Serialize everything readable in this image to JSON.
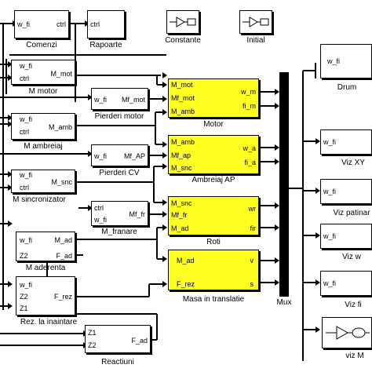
{
  "blocks": {
    "comenzi": {
      "caption": "Comenzi",
      "ports_in": [
        "w_fi"
      ],
      "ports_out": [
        "ctrl"
      ]
    },
    "rapoarte": {
      "caption": "Rapoarte",
      "ports_in": [
        "ctrl"
      ]
    },
    "constante": {
      "caption": "Constante"
    },
    "initial": {
      "caption": "Initial"
    },
    "m_motor": {
      "caption": "M motor",
      "ports_in": [
        "w_fi",
        "ctrl"
      ],
      "ports_out": [
        "M_mot"
      ]
    },
    "pierderi_motor": {
      "caption": "Pierderi motor",
      "ports_in": [
        "w_fi"
      ],
      "ports_out": [
        "Mf_mot"
      ]
    },
    "motor": {
      "caption": "Motor",
      "ports_in": [
        "M_mot",
        "Mf_mot",
        "M_amb"
      ],
      "ports_out": [
        "w_m",
        "fi_m"
      ]
    },
    "m_ambreiaj": {
      "caption": "M ambreiaj",
      "ports_in": [
        "w_fi",
        "ctrl"
      ],
      "ports_out": [
        "M_amb"
      ]
    },
    "pierderi_cv": {
      "caption": "Pierderi CV",
      "ports_in": [
        "w_fi"
      ],
      "ports_out": [
        "Mf_AP"
      ]
    },
    "ambreiaj_ap": {
      "caption": "Ambreiaj AP",
      "ports_in": [
        "M_amb",
        "Mf_ap",
        "M_snc"
      ],
      "ports_out": [
        "w_a",
        "fi_a"
      ]
    },
    "m_sincronizator": {
      "caption": "M sincronizator",
      "ports_in": [
        "w_fi",
        "ctrl"
      ],
      "ports_out": [
        "M_snc"
      ]
    },
    "m_franare": {
      "caption": "M_franare",
      "ports_in": [
        "ctrl",
        "w_fi"
      ],
      "ports_out": [
        "Mf_fr"
      ]
    },
    "roti": {
      "caption": "Roti",
      "ports_in": [
        "M_snc",
        "Mf_fr",
        "M_ad"
      ],
      "ports_out": [
        "wr",
        "fir"
      ]
    },
    "m_aderenta": {
      "caption": "M aderenta",
      "ports_in": [
        "w_fi",
        "Z2"
      ],
      "ports_out": [
        "M_ad",
        "F_ad"
      ]
    },
    "masa": {
      "caption": "Masa in translatie",
      "ports_in": [
        "M_ad",
        "F_rez"
      ],
      "ports_out": [
        "v",
        "s"
      ]
    },
    "rez_inaintare": {
      "caption": "Rez. la inaintare",
      "ports_in": [
        "w_fi",
        "Z2",
        "Z1"
      ],
      "ports_out": [
        "F_rez"
      ]
    },
    "reactiuni": {
      "caption": "Reactiuni",
      "ports_in": [
        "Z1",
        "Z2"
      ],
      "ports_out": [
        "F_ad"
      ]
    },
    "mux": {
      "caption": "Mux"
    },
    "drum": {
      "caption": "Drum",
      "ports_in": [
        "w_fi"
      ]
    },
    "viz_xy": {
      "caption": "Viz XY",
      "ports_in": [
        "w_fi"
      ]
    },
    "viz_patinare": {
      "caption": "Viz patinar",
      "ports_in": [
        "w_fi"
      ]
    },
    "viz_w": {
      "caption": "Viz w",
      "ports_in": [
        "w_fi"
      ]
    },
    "viz_fi": {
      "caption": "Viz fi",
      "ports_in": [
        "w_fi"
      ]
    },
    "viz_m": {
      "caption": "viz M"
    }
  },
  "colors": {
    "highlight": "#ffff22",
    "line": "#000000",
    "background": "#ffffff"
  }
}
